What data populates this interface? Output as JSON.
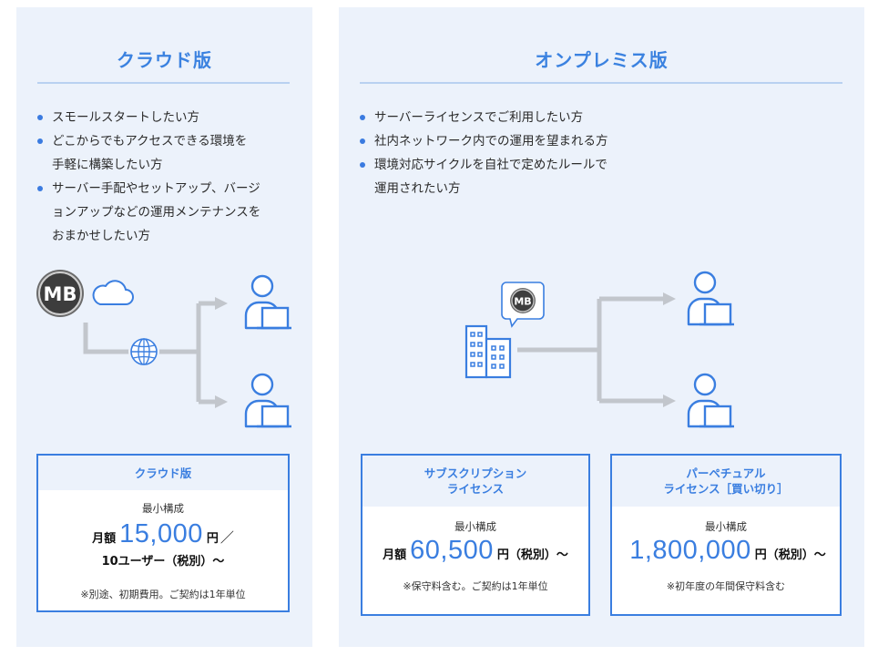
{
  "cloud": {
    "title": "クラウド版",
    "features": [
      [
        "スモールスタートしたい方"
      ],
      [
        "どこからでもアクセスできる環境を",
        "手軽に構築したい方"
      ],
      [
        "サーバー手配やセットアップ、バージ",
        "ョンアップなどの運用メンテナンスを",
        "おまかせしたい方"
      ]
    ],
    "logo_text": "MB",
    "price_box": {
      "header": "クラウド版",
      "min_label": "最小構成",
      "prefix": "月額",
      "amount": "15,000",
      "unit": "円",
      "slash": "／",
      "suffix": "10ユーザー（税別）～",
      "note": "※別途、初期費用。ご契約は1年単位"
    }
  },
  "onprem": {
    "title": "オンプレミス版",
    "features": [
      [
        "サーバーライセンスでご利用したい方"
      ],
      [
        "社内ネットワーク内での運用を望まれる方"
      ],
      [
        "環境対応サイクルを自社で定めたルールで",
        "運用されたい方"
      ]
    ],
    "logo_text": "MB",
    "subscription_box": {
      "header_line1": "サブスクリプション",
      "header_line2": "ライセンス",
      "min_label": "最小構成",
      "prefix": "月額",
      "amount": "60,500",
      "unit": "円（税別）～",
      "note": "※保守料含む。ご契約は1年単位"
    },
    "perpetual_box": {
      "header_line1": "パーペチュアル",
      "header_line2": "ライセンス［買い切り］",
      "min_label": "最小構成",
      "amount": "1,800,000",
      "unit": "円（税別）～",
      "note": "※初年度の年間保守料含む"
    }
  },
  "colors": {
    "accent": "#3a7ee0",
    "panel_bg": "#ecf2fb",
    "line_gray": "#c2c6cc",
    "logo_dark": "#3d3d3d"
  }
}
